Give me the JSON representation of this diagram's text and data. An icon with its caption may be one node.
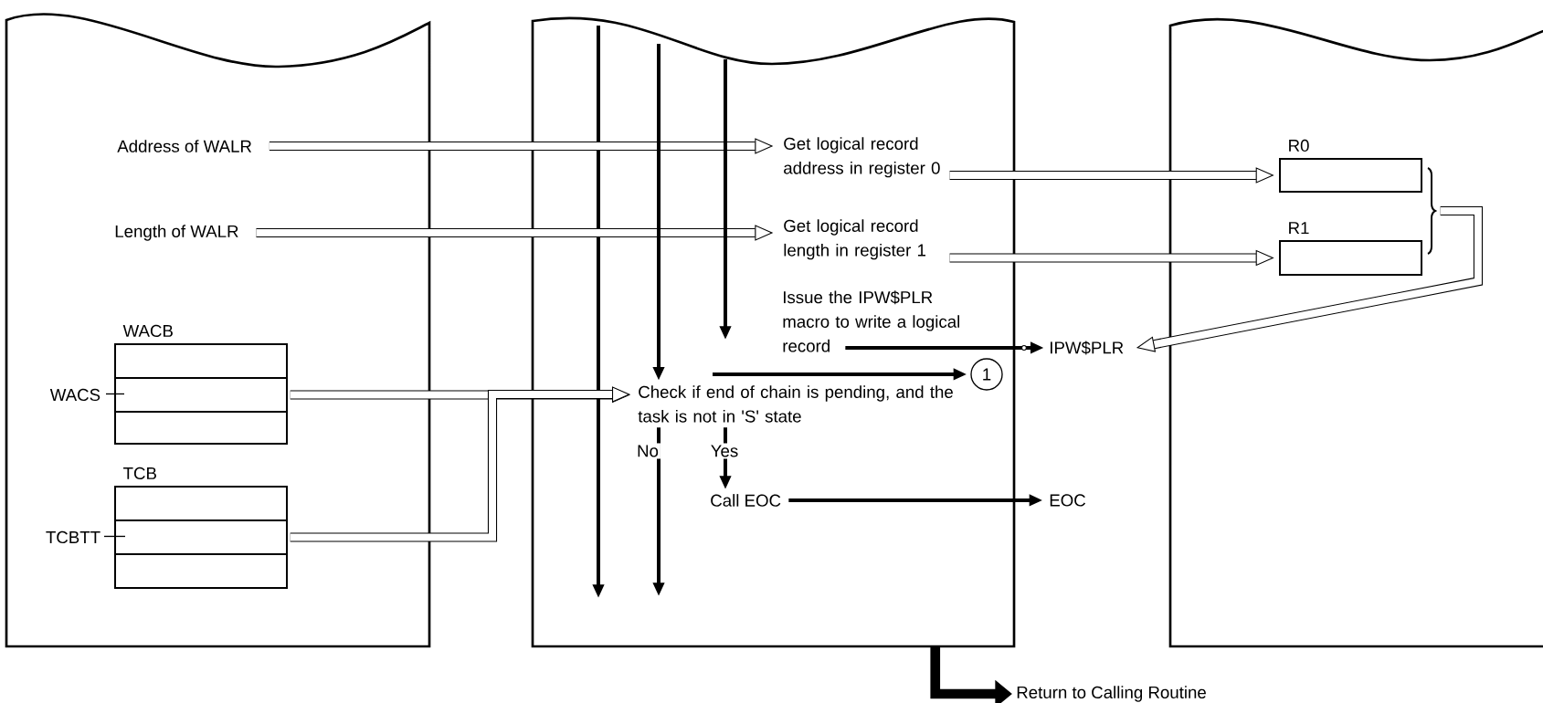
{
  "diagram": {
    "nodes": [
      {
        "text": [],
        "shape": "box"
      },
      {
        "text": [],
        "shape": "box"
      },
      {
        "text": [],
        "shape": "box"
      },
      {
        "text": [
          "Address of WALR"
        ],
        "in": 0
      },
      {
        "text": [
          "Length of WALR"
        ],
        "in": 0
      },
      {
        "text": [
          "WACB"
        ],
        "in": 0
      },
      {
        "text": [
          "WACS"
        ],
        "in": 5
      },
      {
        "text": [
          "TCB"
        ],
        "in": 0
      },
      {
        "text": [
          "TCBTT"
        ],
        "in": 7
      },
      {
        "text": [
          "Get logical record address in register 0"
        ],
        "in": 1
      },
      {
        "text": [
          "Get logical record length in register 1"
        ],
        "in": 1
      },
      {
        "text": [
          "Issue the IPW$PLR macro to write a logical record"
        ],
        "in": 1
      },
      {
        "text": [
          "Check if end of chain is pending, and the task is not in 'S' state"
        ],
        "in": 1
      },
      {
        "text": [
          "1"
        ],
        "in": 1
      },
      {
        "text": [
          "Call EOC"
        ],
        "in": 1
      },
      {
        "text": [
          "IPW$PLR"
        ]
      },
      {
        "text": [
          "EOC"
        ]
      },
      {
        "text": [
          "R0"
        ],
        "in": 2
      },
      {
        "text": [
          "R1"
        ],
        "in": 2
      },
      {
        "text": [
          "Return to Calling Routine"
        ]
      },
      {
        "text": [],
        "shape": "brace",
        "in": 2
      }
    ],
    "edges": [
      {
        "from": 3,
        "to": 9,
        "arrow": "to"
      },
      {
        "from": 4,
        "to": 10,
        "arrow": "to"
      },
      {
        "from": 6,
        "to": 12,
        "arrow": "to"
      },
      {
        "from": 8,
        "to": 12,
        "arrow": "to"
      },
      {
        "from": 9,
        "to": 17,
        "arrow": "to"
      },
      {
        "from": 10,
        "to": 18,
        "arrow": "to"
      },
      {
        "from": 20,
        "to": 15,
        "arrow": "to"
      },
      {
        "from": 11,
        "to": 15,
        "arrow": "to"
      },
      {
        "from": 12,
        "to": 13,
        "arrow": "to"
      },
      {
        "from": null,
        "to": 12,
        "arrow": "to"
      },
      {
        "from": null,
        "to": 11,
        "arrow": "to"
      },
      {
        "from": 12,
        "to": 14,
        "arrow": "to",
        "label": "Yes"
      },
      {
        "from": 12,
        "to": null,
        "arrow": "to",
        "label": "No"
      },
      {
        "from": 14,
        "to": 16,
        "arrow": "to"
      },
      {
        "from": 1,
        "to": 19,
        "arrow": "to"
      }
    ]
  }
}
